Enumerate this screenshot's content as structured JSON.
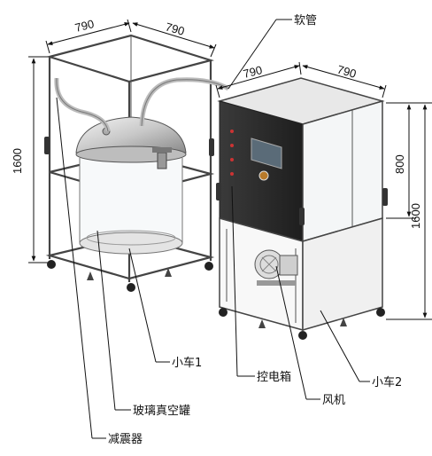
{
  "dimensions": {
    "cart1_width": "790",
    "cart1_depth": "790",
    "cart1_height": "1600",
    "cart2_width": "790",
    "cart2_depth": "790",
    "cart2_upper_height": "800",
    "cart2_height": "1600"
  },
  "labels": {
    "hose": "软管",
    "cart1": "小车1",
    "glass_tank": "玻璃真空罐",
    "damper": "减震器",
    "control_box": "控电箱",
    "cart2": "小车2",
    "fan": "风机"
  },
  "colors": {
    "control_panel": "#2b2b2b",
    "screen": "#5a6b78",
    "frame": "#444444"
  }
}
